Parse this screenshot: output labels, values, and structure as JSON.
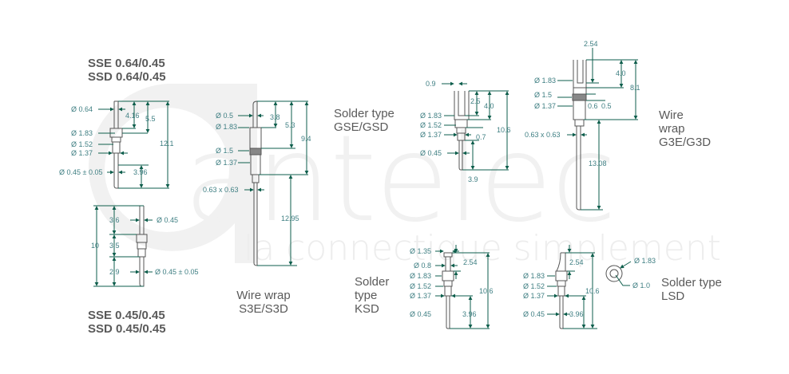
{
  "watermark": {
    "brand": "antelec",
    "tagline": "la connectique simplement"
  },
  "colors": {
    "dimension_line": "#0e5e4c",
    "dimension_text": "#3f7f83",
    "part_outline": "#555555",
    "title_text": "#5a5a5a",
    "watermark": "#f1f1f1"
  },
  "pins": {
    "sse064": {
      "title_line1": "SSE 0.64/0.45",
      "title_line2": "SSD 0.64/0.45",
      "dims": {
        "tip_dia": "Ø 0.64",
        "collar_dia": "Ø 1.83",
        "groove_dia": "Ø 1.52",
        "body_dia": "Ø 1.37",
        "tail_dia": "Ø 0.45 ± 0.05",
        "tip_len": "4.16",
        "upper_len": "5.5",
        "total_len": "12.1",
        "tail_len": "3.96"
      }
    },
    "sse045": {
      "title_line1": "SSE 0.45/0.45",
      "title_line2": "SSD 0.45/0.45",
      "dims": {
        "top_dia": "Ø 0.45",
        "tail_dia": "Ø 0.45 ± 0.05",
        "top_len": "3.6",
        "mid_len": "3.5",
        "tail_len": "2.9",
        "total_len": "10"
      }
    },
    "s3e": {
      "title_line1": "Wire wrap",
      "title_line2": "S3E/S3D",
      "dims": {
        "tip_dia": "Ø 0.5",
        "collar_dia": "Ø 1.83",
        "knurl_dia": "Ø 1.5",
        "body_dia": "Ø 1.37",
        "square": "0.63 x 0.63",
        "tip_len": "3.8",
        "upper_len": "5.3",
        "head_len": "9.4",
        "tail_len": "12.95"
      }
    },
    "gse": {
      "title_line1": "Solder type",
      "title_line2": "GSE/GSD",
      "dims": {
        "slot_width": "0.9",
        "collar_dia": "Ø 1.83",
        "groove_dia": "Ø 1.52",
        "body_dia": "Ø 1.37",
        "tail_dia": "Ø 0.45",
        "slot_len": "2.5",
        "upper_len": "4.0",
        "step_len": "0.7",
        "total_len": "10.6",
        "tail_len": "3.9"
      }
    },
    "g3e": {
      "title_line1": "Wire",
      "title_line2": "wrap",
      "title_line3": "G3E/G3D",
      "dims": {
        "fork_width": "2.54",
        "collar_dia": "Ø 1.83",
        "knurl_dia": "Ø 1.5",
        "body_dia": "Ø 1.37",
        "square": "0.63 x 0.63",
        "upper_len": "4.0",
        "head_len": "8.1",
        "knurl_a": "0.6",
        "knurl_b": "0.5",
        "tail_len": "13.08"
      }
    },
    "ksd": {
      "title_line1": "Solder",
      "title_line2": "type",
      "title_line3": "KSD",
      "dims": {
        "cup_dia": "Ø 1.35",
        "hole_dia": "Ø 0.8",
        "collar_dia": "Ø 1.83",
        "groove_dia": "Ø 1.52",
        "body_dia": "Ø 1.37",
        "tail_dia": "Ø 0.45",
        "cup_len": "2.54",
        "total_len": "10.6",
        "tail_len": "3.96"
      }
    },
    "lsd": {
      "title_line1": "Solder type",
      "title_line2": "LSD",
      "dims": {
        "collar_dia": "Ø 1.83",
        "groove_dia": "Ø 1.52",
        "body_dia": "Ø 1.37",
        "tail_dia": "Ø 0.45",
        "cup_len": "2.54",
        "total_len": "10.6",
        "tail_len": "3.96",
        "ring_outer": "Ø 1.83",
        "ring_inner": "Ø 1.0"
      }
    }
  }
}
